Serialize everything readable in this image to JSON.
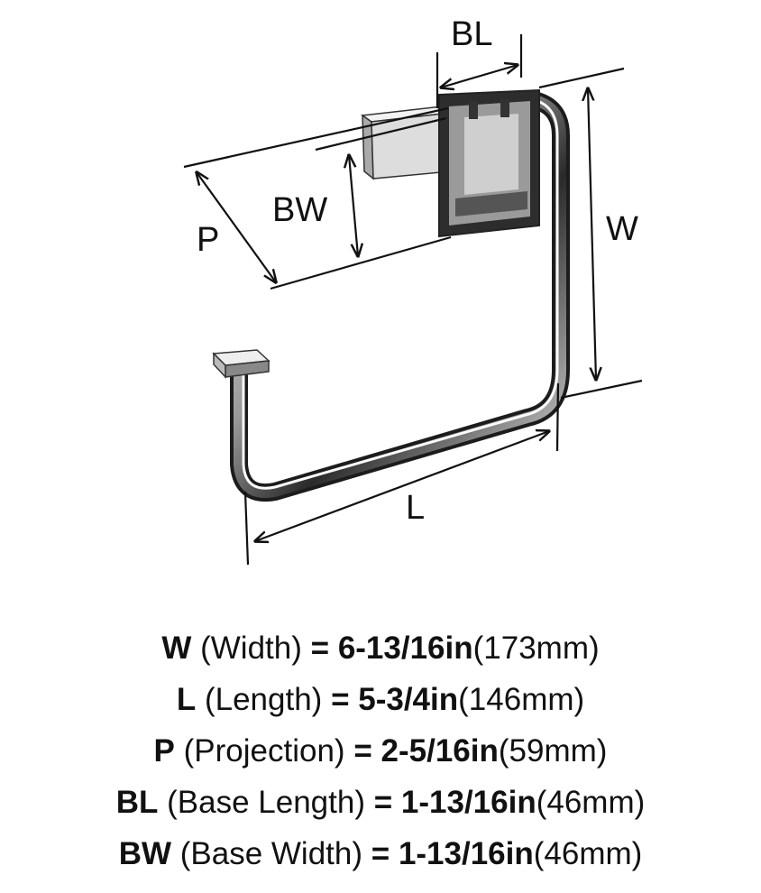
{
  "labels": {
    "bl": "BL",
    "bw": "BW",
    "p": "P",
    "w": "W",
    "l": "L"
  },
  "specs": [
    {
      "code": "W",
      "name": "(Width)",
      "eq": "=",
      "imperial": "6-13/16in",
      "metric": "(173mm)"
    },
    {
      "code": "L",
      "name": "(Length)",
      "eq": "=",
      "imperial": "5-3/4in",
      "metric": "(146mm)"
    },
    {
      "code": "P",
      "name": "(Projection)",
      "eq": "=",
      "imperial": "2-5/16in",
      "metric": "(59mm)"
    },
    {
      "code": "BL",
      "name": "(Base Length)",
      "eq": "=",
      "imperial": "1-13/16in",
      "metric": "(46mm)"
    },
    {
      "code": "BW",
      "name": "(Base Width)",
      "eq": "=",
      "imperial": "1-13/16in",
      "metric": "(46mm)"
    }
  ]
}
